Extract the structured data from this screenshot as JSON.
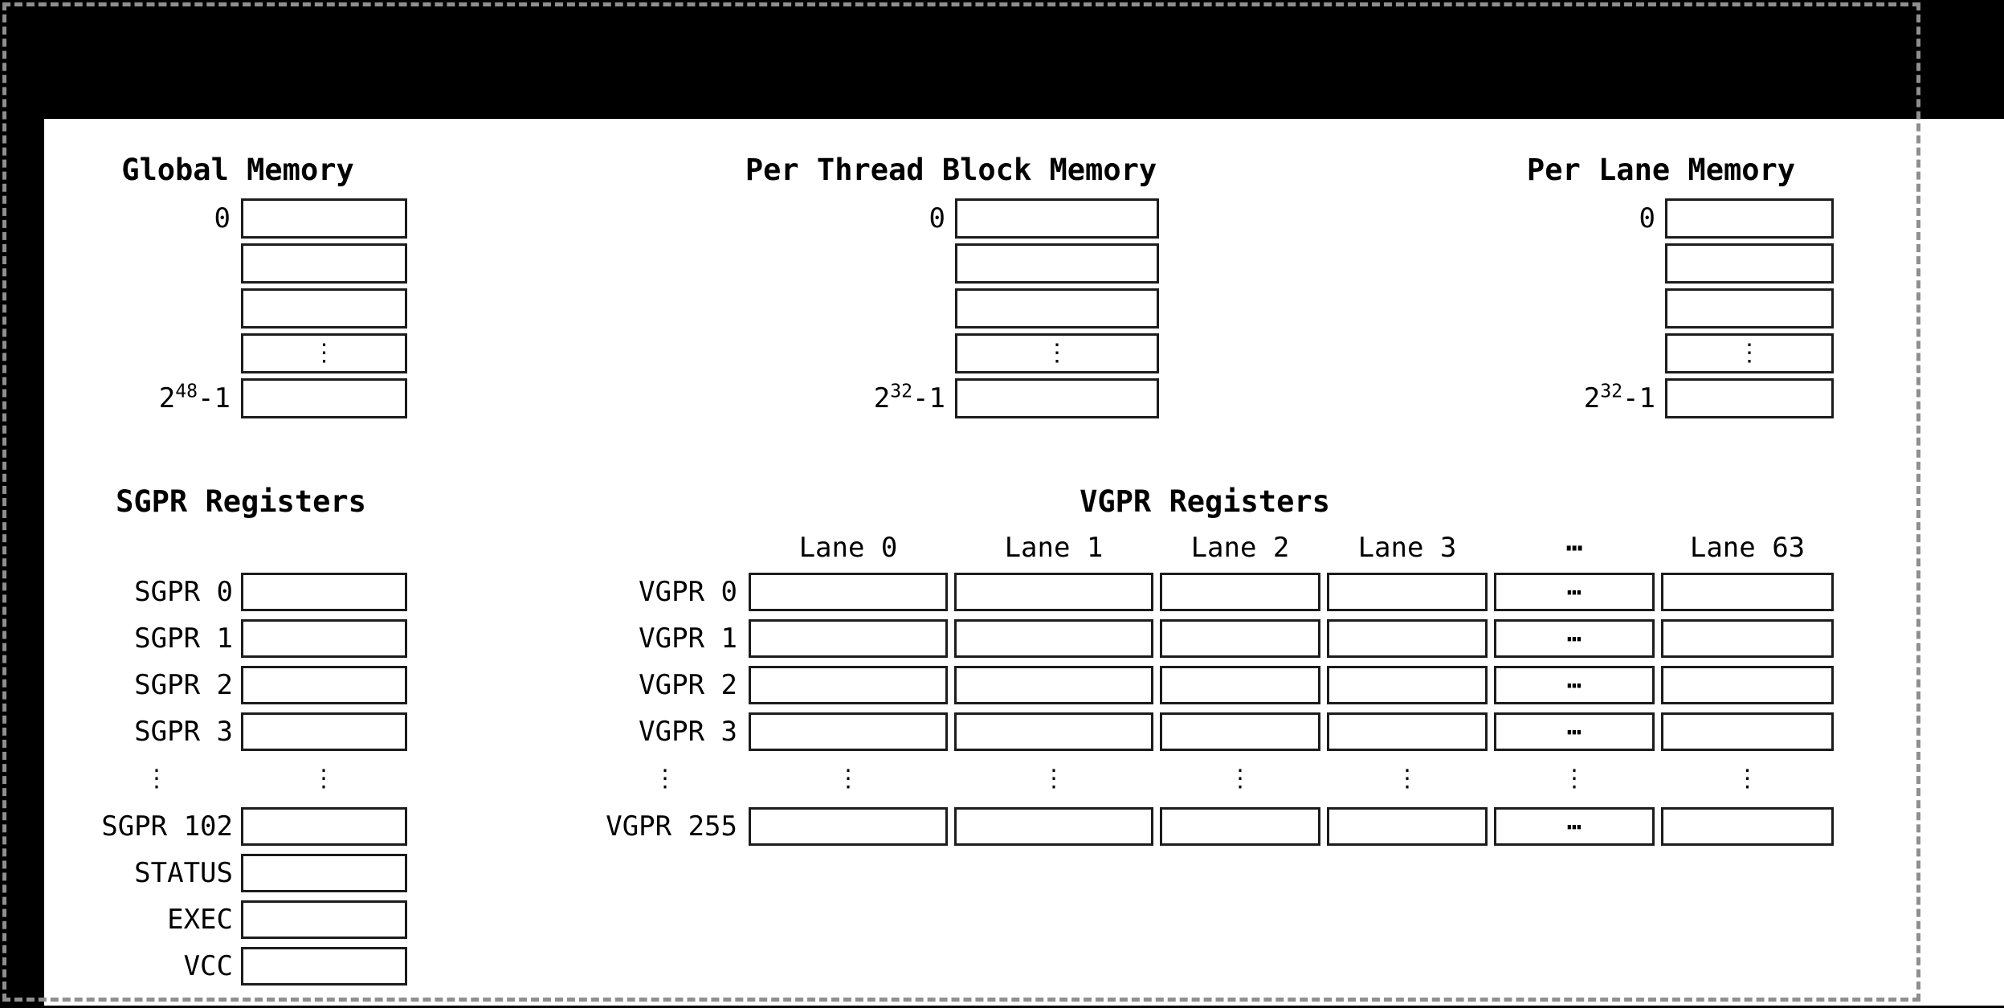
{
  "colors": {
    "canvas": "#000000",
    "panel": "#ffffff",
    "line": "#1c1c1c",
    "marquee": "#8f8f8f",
    "text": "#000000"
  },
  "memories": [
    {
      "title": "Global Memory",
      "first_label": "0",
      "last_label": {
        "base": "2",
        "sup": "48",
        "tail": "-1"
      },
      "ellipsis": "⋮"
    },
    {
      "title": "Per Thread Block Memory",
      "first_label": "0",
      "last_label": {
        "base": "2",
        "sup": "32",
        "tail": "-1"
      },
      "ellipsis": "⋮"
    },
    {
      "title": "Per Lane Memory",
      "first_label": "0",
      "last_label": {
        "base": "2",
        "sup": "32",
        "tail": "-1"
      },
      "ellipsis": "⋮"
    }
  ],
  "sgpr": {
    "title": "SGPR Registers",
    "row_labels": [
      "SGPR 0",
      "SGPR 1",
      "SGPR 2",
      "SGPR 3"
    ],
    "gap_ellipsis": "⋮",
    "tail_labels": [
      "SGPR 102",
      "STATUS",
      "EXEC",
      "VCC"
    ]
  },
  "vgpr": {
    "title": "VGPR Registers",
    "column_headers": [
      "Lane 0",
      "Lane 1",
      "Lane 2",
      "Lane 3",
      "⋯",
      "Lane 63"
    ],
    "row_labels": [
      "VGPR 0",
      "VGPR 1",
      "VGPR 2",
      "VGPR 3"
    ],
    "last_row_label": "VGPR 255",
    "cell_ellipsis": "⋯",
    "row_gap_ellipsis": "⋮"
  }
}
